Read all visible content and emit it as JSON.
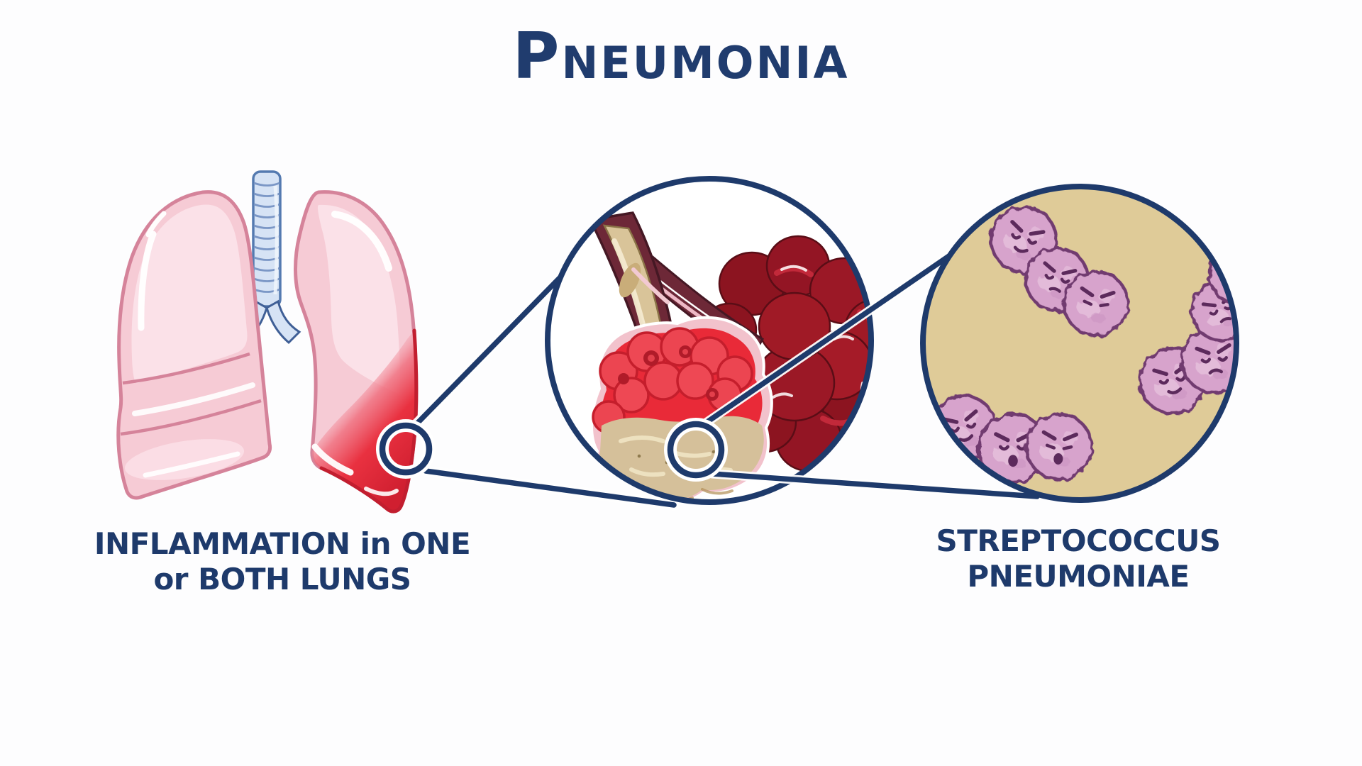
{
  "title": "PNEUMONIA",
  "captions": {
    "lungs": {
      "line1": "INFLAMMATION in ONE",
      "line2": "or BOTH LUNGS"
    },
    "bacteria": {
      "line1": "STREPTOCOCCUS",
      "line2": "PNEUMONIAE"
    }
  },
  "figures": {
    "lungs": "lungs with inflamed lower lobe",
    "alveoli_zoom": "bronchiole and alveoli filled with fluid",
    "bacteria_zoom": "streptococcus pneumoniae cocci chains"
  },
  "palette": {
    "navy": "#1e3a6b",
    "title_navy": "#203c6e",
    "lung_pink": "#f6cbd5",
    "lung_pink_light": "#fbe1e8",
    "lung_border": "#d5839a",
    "inflamed_red": "#e93140",
    "inflamed_red_dark": "#c21e2f",
    "alveoli_dark_red": "#8c1420",
    "alveoli_bright_red": "#e92a38",
    "sac_wall_pink": "#f2c2cc",
    "fluid_tan": "#d5c09a",
    "slide_tan": "#dfcb98",
    "bronchiole_maroon": "#6d2837",
    "bacteria_purple": "#d7a3cc",
    "bacteria_outline": "#713a70",
    "trachea_blue": "#d6e3f5",
    "trachea_line": "#7b97c6"
  }
}
